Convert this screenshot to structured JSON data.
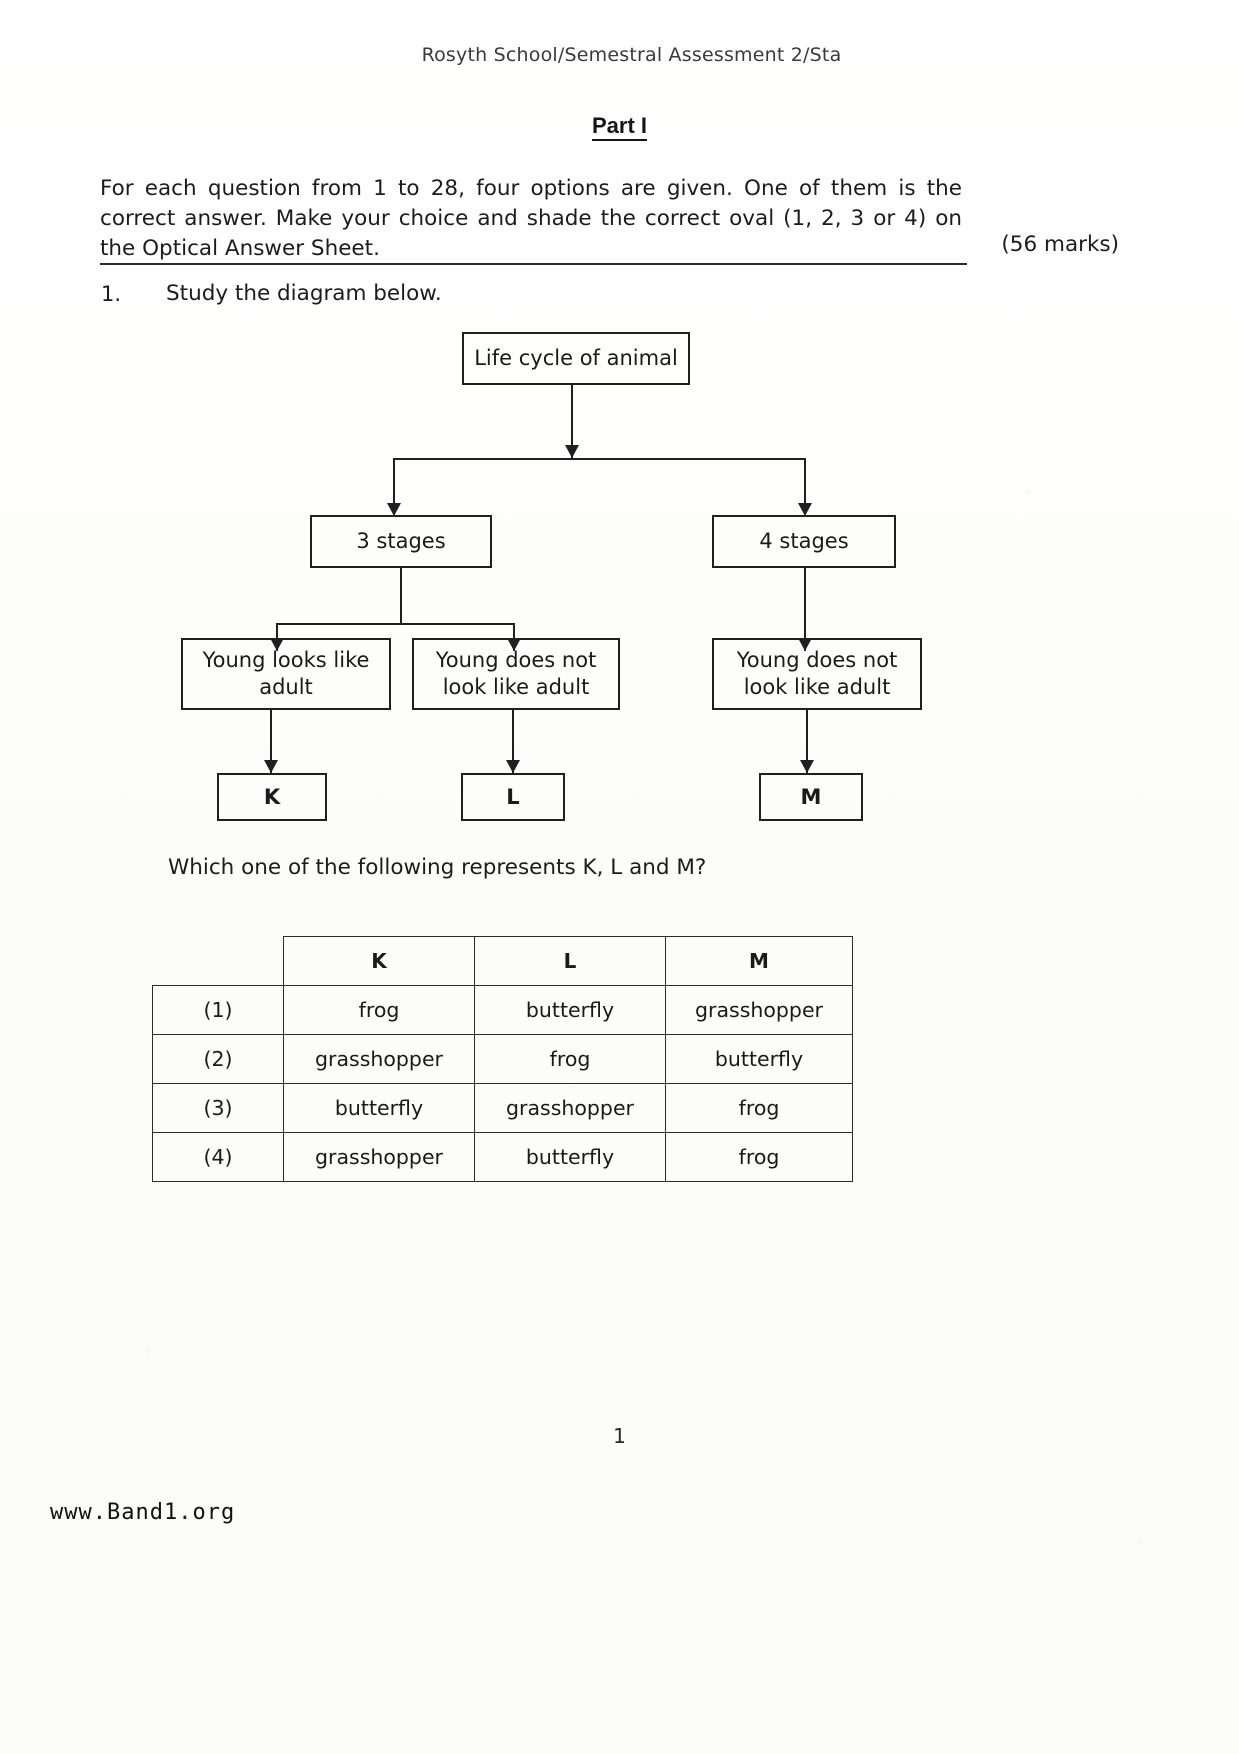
{
  "document": {
    "header": "Rosyth School/Semestral Assessment 2/Sta",
    "part_title": "Part I",
    "instructions": "For each question from 1 to 28, four options are given. One of them is the correct answer. Make your choice and shade the correct oval (1, 2, 3 or 4) on the Optical Answer Sheet.",
    "marks": "(56 marks)",
    "page_number": "1",
    "footer_url": "www.Band1.org"
  },
  "question": {
    "number": "1.",
    "stem": "Study the diagram below.",
    "sub_question": "Which one of the following represents K, L and M?"
  },
  "diagram": {
    "title": "Life cycle of animal",
    "branch_left": "3 stages",
    "branch_right": "4 stages",
    "leaf_1": "Young looks like adult",
    "leaf_2": "Young does not look like adult",
    "leaf_3": "Young does not look like adult",
    "label_k": "K",
    "label_l": "L",
    "label_m": "M"
  },
  "answer_table": {
    "headers": [
      "",
      "K",
      "L",
      "M"
    ],
    "rows": [
      {
        "option": "(1)",
        "k": "frog",
        "l": "butterfly",
        "m": "grasshopper"
      },
      {
        "option": "(2)",
        "k": "grasshopper",
        "l": "frog",
        "m": "butterfly"
      },
      {
        "option": "(3)",
        "k": "butterfly",
        "l": "grasshopper",
        "m": "frog"
      },
      {
        "option": "(4)",
        "k": "grasshopper",
        "l": "butterfly",
        "m": "frog"
      }
    ]
  }
}
